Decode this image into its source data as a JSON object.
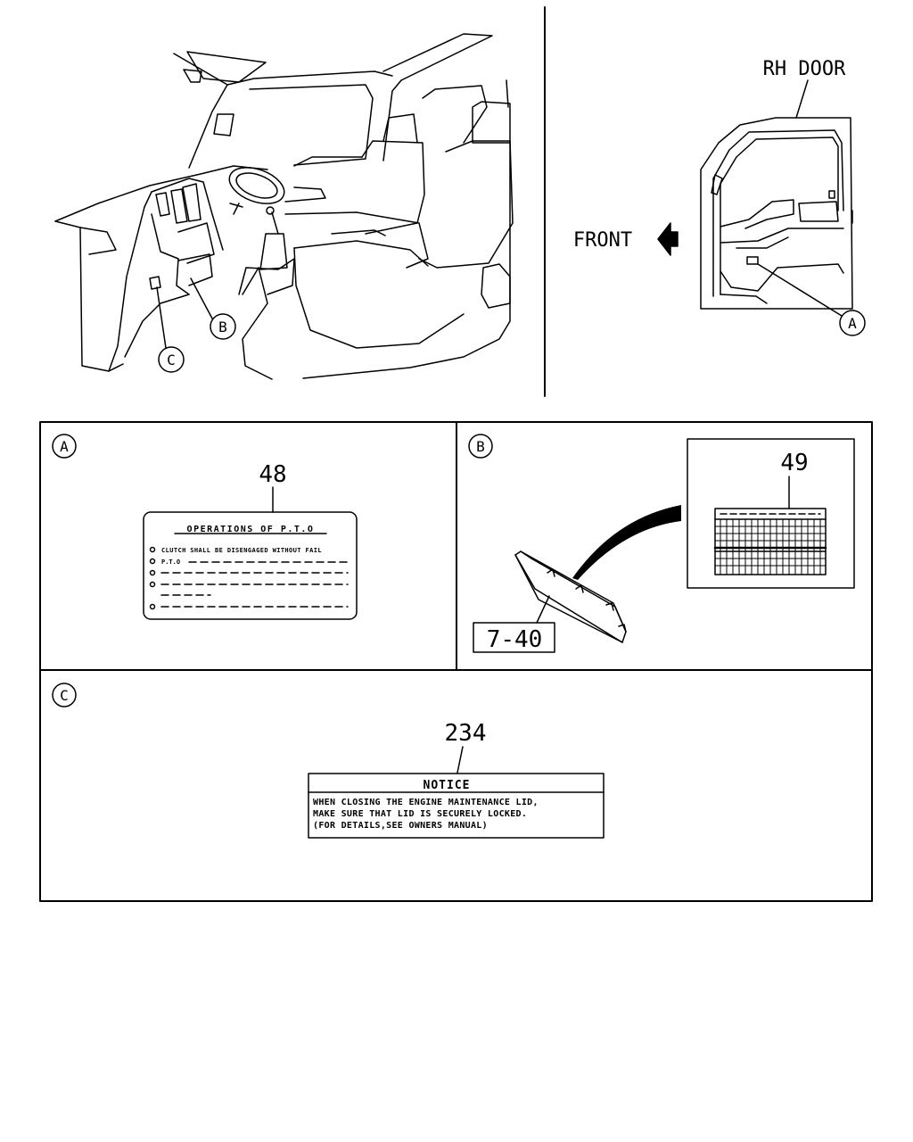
{
  "overview": {
    "door_label": "RH DOOR",
    "front_label": "FRONT",
    "callout_a": "A",
    "callout_b": "B",
    "callout_c": "C"
  },
  "panel_a": {
    "key": "A",
    "part_no": "48",
    "label_title": "OPERATIONS OF P.T.O",
    "label_line1": "CLUTCH SHALL BE DISENGAGED WITHOUT FAIL",
    "label_line2": "P.T.O"
  },
  "panel_b": {
    "key": "B",
    "part_no": "49",
    "ref_box": "7-40"
  },
  "panel_c": {
    "key": "C",
    "part_no": "234",
    "notice_title": "NOTICE",
    "notice_line1": "WHEN CLOSING THE ENGINE MAINTENANCE LID,",
    "notice_line2": "MAKE SURE THAT LID IS SECURELY LOCKED.",
    "notice_line3": "(FOR DETAILS,SEE OWNERS MANUAL)"
  }
}
